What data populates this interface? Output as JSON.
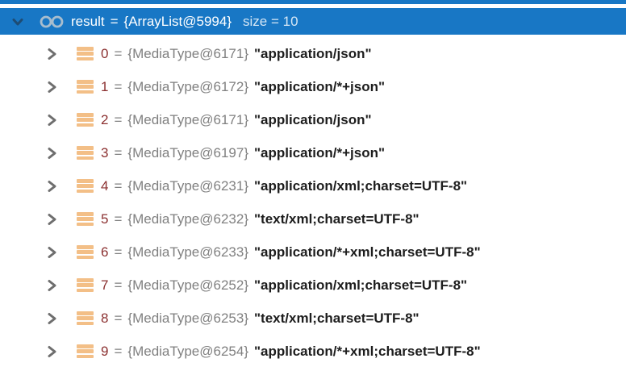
{
  "colors": {
    "selection": "#1877C5",
    "index-red": "#8B3030",
    "muted": "#808080",
    "value-dark": "#1d1d1d",
    "list-icon": "#F3BF87",
    "header-chevron": "#1E4C74",
    "row-chevron": "#6E6E6E",
    "glasses-icon": "#A8BDCE"
  },
  "labels": {
    "eq": "="
  },
  "header": {
    "name": "result",
    "type_ref": "{ArrayList@5994}",
    "size_label": "size = 10"
  },
  "items": [
    {
      "index": "0",
      "ref": "{MediaType@6171}",
      "value": "\"application/json\""
    },
    {
      "index": "1",
      "ref": "{MediaType@6172}",
      "value": "\"application/*+json\""
    },
    {
      "index": "2",
      "ref": "{MediaType@6171}",
      "value": "\"application/json\""
    },
    {
      "index": "3",
      "ref": "{MediaType@6197}",
      "value": "\"application/*+json\""
    },
    {
      "index": "4",
      "ref": "{MediaType@6231}",
      "value": "\"application/xml;charset=UTF-8\""
    },
    {
      "index": "5",
      "ref": "{MediaType@6232}",
      "value": "\"text/xml;charset=UTF-8\""
    },
    {
      "index": "6",
      "ref": "{MediaType@6233}",
      "value": "\"application/*+xml;charset=UTF-8\""
    },
    {
      "index": "7",
      "ref": "{MediaType@6252}",
      "value": "\"application/xml;charset=UTF-8\""
    },
    {
      "index": "8",
      "ref": "{MediaType@6253}",
      "value": "\"text/xml;charset=UTF-8\""
    },
    {
      "index": "9",
      "ref": "{MediaType@6254}",
      "value": "\"application/*+xml;charset=UTF-8\""
    }
  ]
}
